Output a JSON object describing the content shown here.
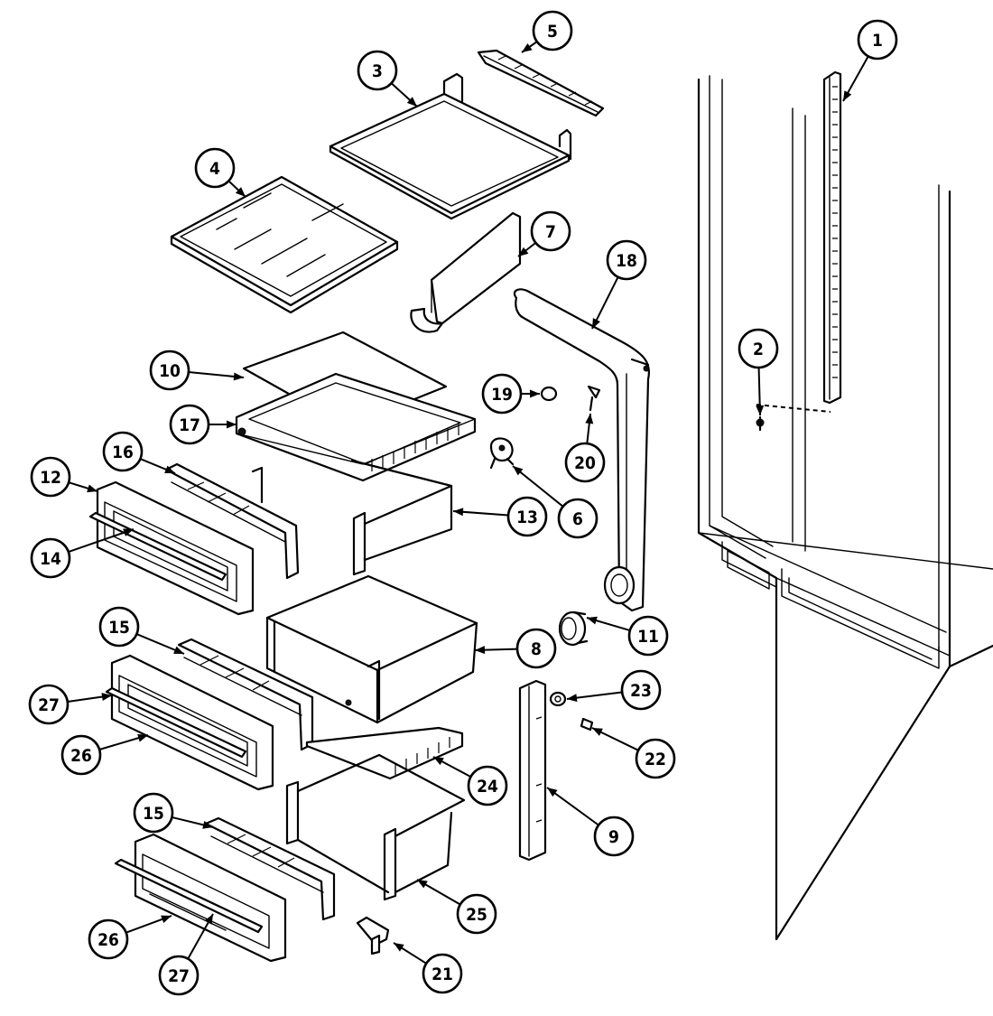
{
  "callouts": [
    {
      "id": "1",
      "label": "1"
    },
    {
      "id": "2",
      "label": "2"
    },
    {
      "id": "3",
      "label": "3"
    },
    {
      "id": "4",
      "label": "4"
    },
    {
      "id": "5",
      "label": "5"
    },
    {
      "id": "6",
      "label": "6"
    },
    {
      "id": "7",
      "label": "7"
    },
    {
      "id": "8",
      "label": "8"
    },
    {
      "id": "9",
      "label": "9"
    },
    {
      "id": "10",
      "label": "10"
    },
    {
      "id": "11",
      "label": "11"
    },
    {
      "id": "12",
      "label": "12"
    },
    {
      "id": "13",
      "label": "13"
    },
    {
      "id": "14",
      "label": "14"
    },
    {
      "id": "15a",
      "label": "15"
    },
    {
      "id": "15b",
      "label": "15"
    },
    {
      "id": "16",
      "label": "16"
    },
    {
      "id": "17",
      "label": "17"
    },
    {
      "id": "18",
      "label": "18"
    },
    {
      "id": "19",
      "label": "19"
    },
    {
      "id": "20",
      "label": "20"
    },
    {
      "id": "21",
      "label": "21"
    },
    {
      "id": "22",
      "label": "22"
    },
    {
      "id": "23",
      "label": "23"
    },
    {
      "id": "24",
      "label": "24"
    },
    {
      "id": "25",
      "label": "25"
    },
    {
      "id": "26a",
      "label": "26"
    },
    {
      "id": "26b",
      "label": "26"
    },
    {
      "id": "27a",
      "label": "27"
    },
    {
      "id": "27b",
      "label": "27"
    }
  ]
}
